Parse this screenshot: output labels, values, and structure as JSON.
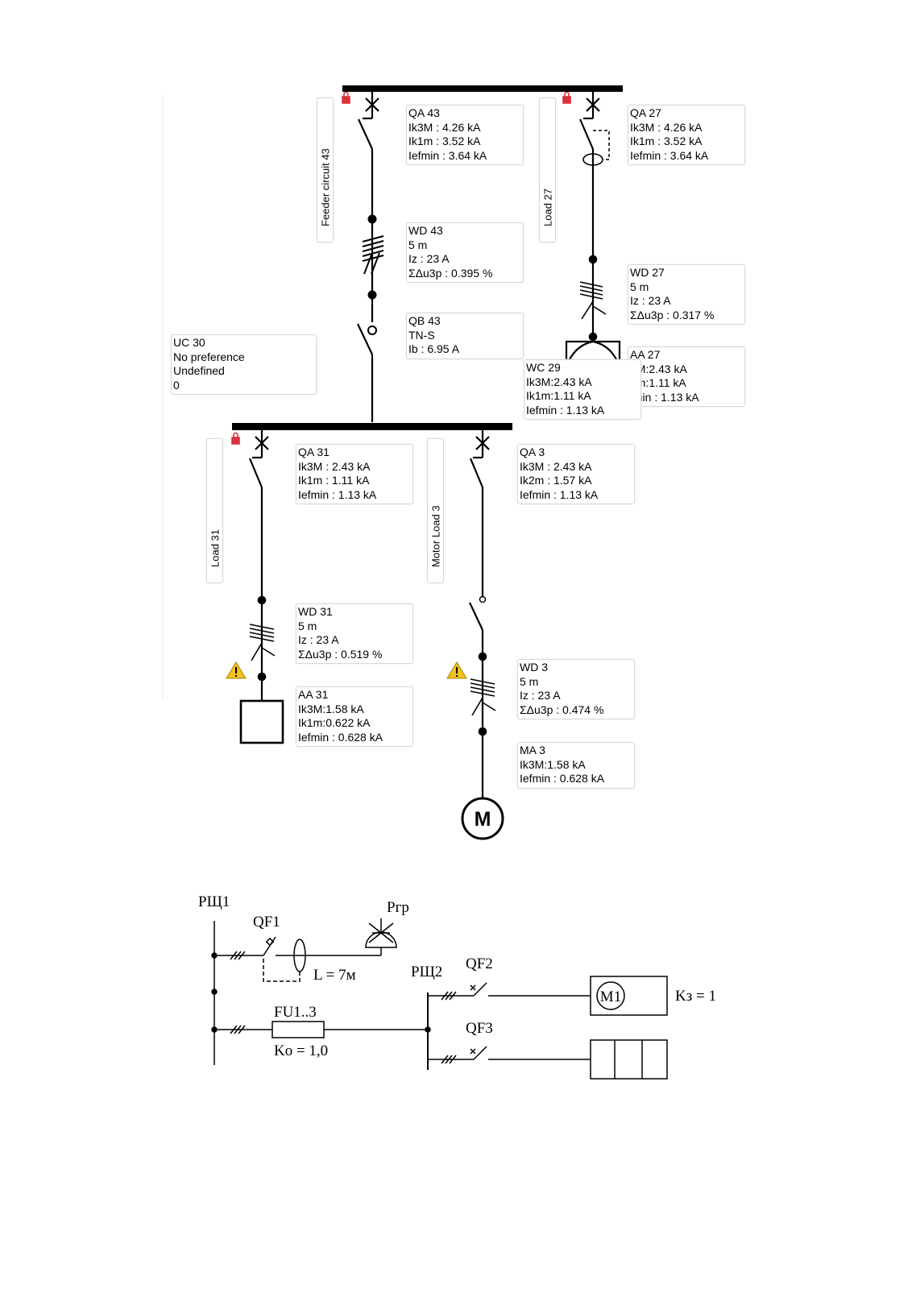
{
  "top_diagram": {
    "feeder_label": "Feeder circuit 43",
    "load27_label": "Load 27",
    "load31_label": "Load 31",
    "motor3_label": "Motor Load 3",
    "boxes": {
      "qa43": [
        "QA 43",
        "Ik3M : 4.26 kA",
        "Ik1m : 3.52 kA",
        "Iefmin : 3.64 kA"
      ],
      "wd43": [
        "WD 43",
        "5 m",
        "Iz : 23 A",
        "ΣΔu3p : 0.395 %"
      ],
      "qb43": [
        "QB 43",
        "TN-S",
        "Ib : 6.95 A"
      ],
      "uc30": [
        "UC 30",
        "No preference",
        "Undefined",
        "0"
      ],
      "qa27": [
        "QA 27",
        "Ik3M : 4.26 kA",
        "Ik1m : 3.52 kA",
        "Iefmin : 3.64 kA"
      ],
      "wd27": [
        "WD 27",
        "5 m",
        "Iz : 23 A",
        "ΣΔu3p : 0.317 %"
      ],
      "aa27": [
        "AA 27",
        "3M:2.43 kA",
        "1m:1.11 kA",
        "fmin : 1.13 kA"
      ],
      "wc29": [
        "WC 29",
        "Ik3M:2.43 kA",
        "Ik1m:1.11 kA",
        "Iefmin : 1.13 kA"
      ],
      "qa31": [
        "QA 31",
        "Ik3M : 2.43 kA",
        "Ik1m : 1.11 kA",
        "Iefmin : 1.13 kA"
      ],
      "qa3": [
        "QA 3",
        "Ik3M : 2.43 kA",
        "Ik2m : 1.57 kA",
        "Iefmin : 1.13 kA"
      ],
      "wd31": [
        "WD 31",
        "5 m",
        "Iz : 23 A",
        "ΣΔu3p : 0.519 %"
      ],
      "aa31": [
        "AA 31",
        "Ik3M:1.58 kA",
        "Ik1m:0.622 kA",
        "Iefmin : 0.628 kA"
      ],
      "wd3": [
        "WD 3",
        "5 m",
        "Iz : 23 A",
        "ΣΔu3p : 0.474 %"
      ],
      "ma3": [
        "MA 3",
        "Ik3M:1.58 kA",
        "Iefmin : 0.628 kA"
      ]
    },
    "motor_symbol": "M",
    "warning_icon": "!"
  },
  "bottom_diagram": {
    "rsh1": "РЩ1",
    "qf1": "QF1",
    "prp": "Pгр",
    "length": "L = 7м",
    "rsh2": "РЩ2",
    "qf2": "QF2",
    "qf3": "QF3",
    "fu": "FU1..3",
    "ko": "Kо = 1,0",
    "m1": "M1",
    "kz": "Kз = 1"
  },
  "colors": {
    "line": "#000000",
    "box_border": "#d8d8d8",
    "lock": "#d9323f",
    "warning_fill": "#f3c21b"
  }
}
